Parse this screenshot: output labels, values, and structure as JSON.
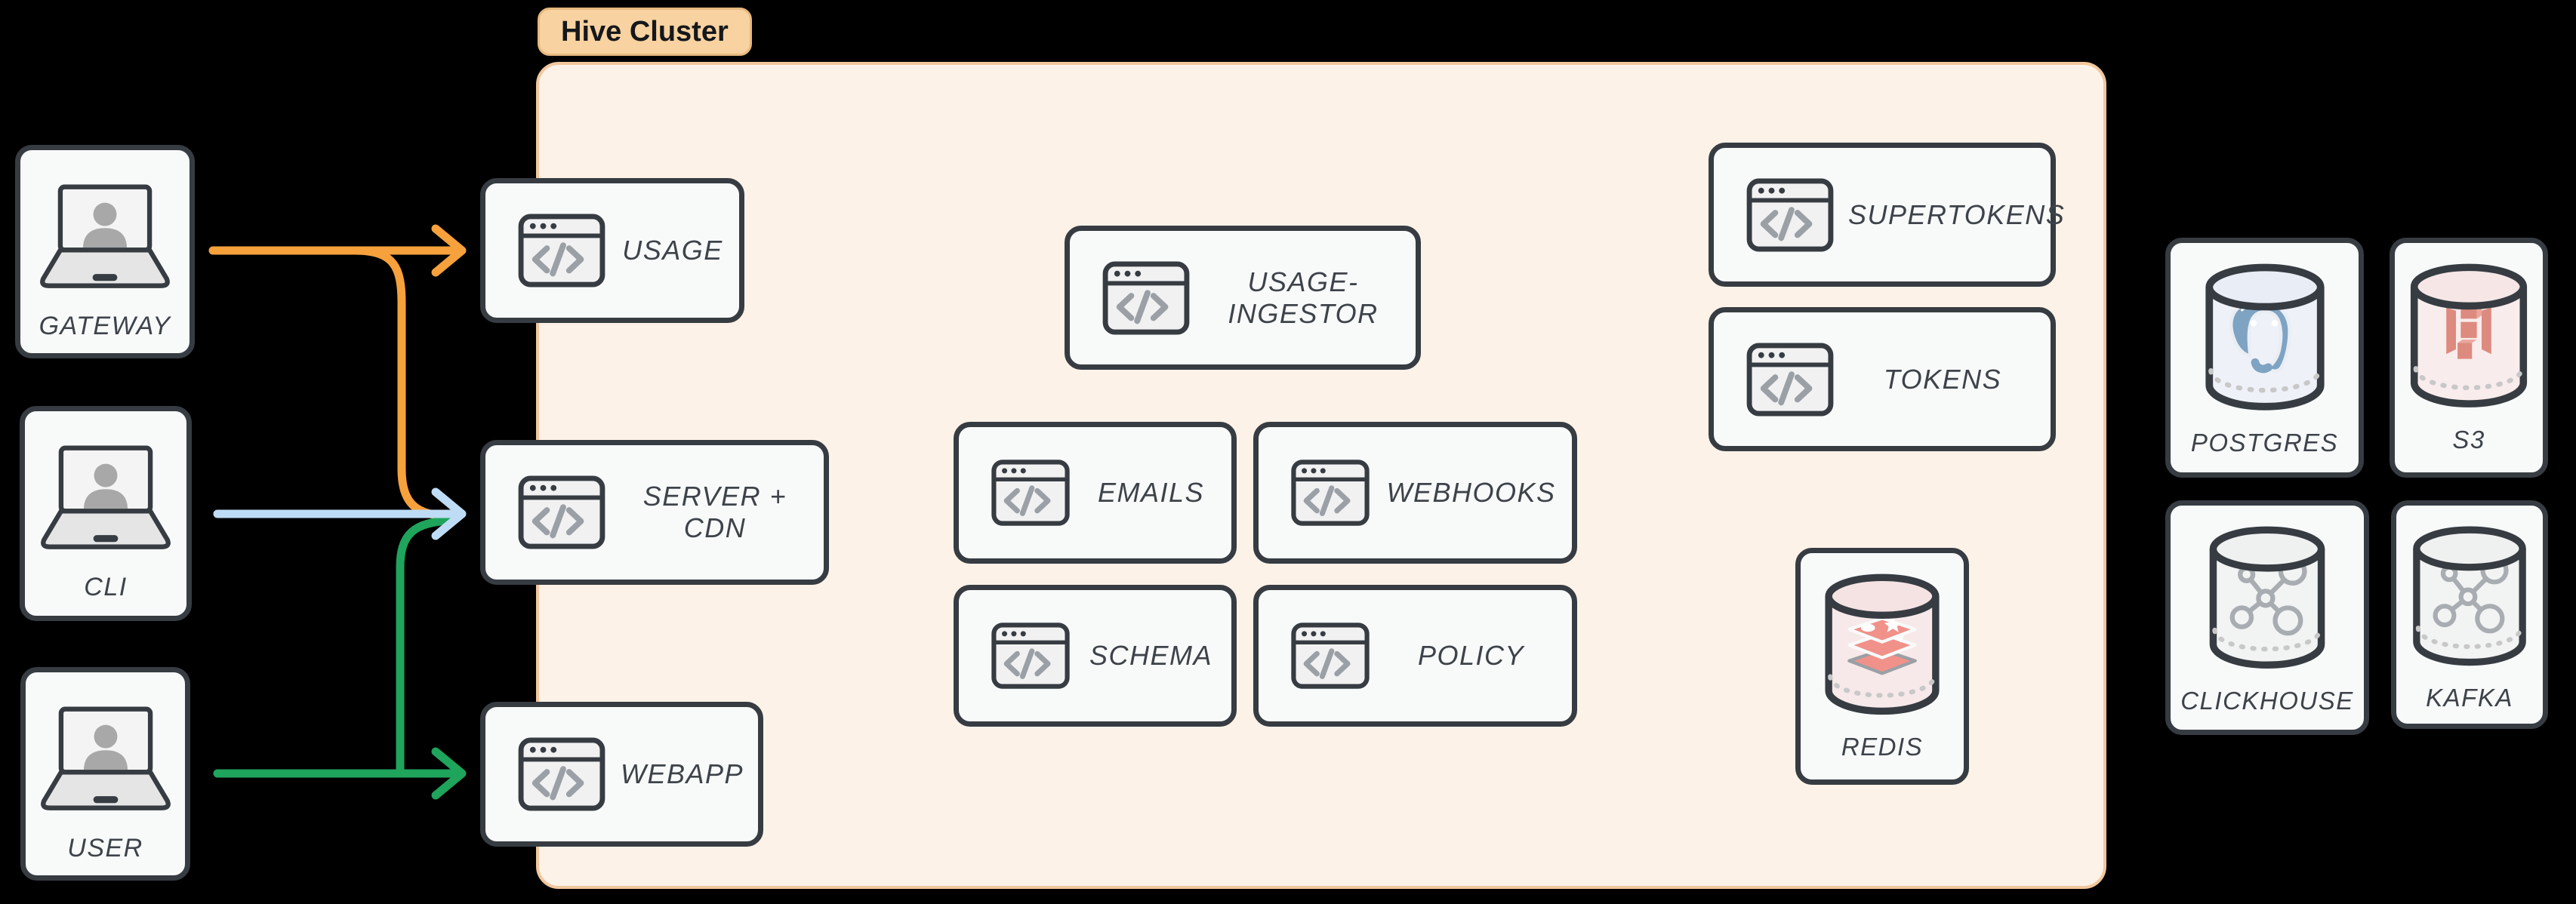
{
  "diagram": {
    "title": "Hive Cluster",
    "background_color": "#000000",
    "cluster": {
      "label": "Hive Cluster",
      "fill": "#fdf2e8",
      "border_color": "#f2c79d",
      "tag_fill": "#f8d2a0",
      "tag_border": "#e7b87e"
    }
  },
  "clients": [
    {
      "id": "gateway",
      "label": "GATEWAY",
      "icon": "laptop-user-icon"
    },
    {
      "id": "cli",
      "label": "CLI",
      "icon": "laptop-user-icon"
    },
    {
      "id": "user",
      "label": "USER",
      "icon": "laptop-user-icon"
    }
  ],
  "services": [
    {
      "id": "usage",
      "label": "USAGE",
      "icon": "code-window-icon"
    },
    {
      "id": "server-cdn",
      "label": "SERVER + CDN",
      "icon": "code-window-icon"
    },
    {
      "id": "webapp",
      "label": "WEBAPP",
      "icon": "code-window-icon"
    },
    {
      "id": "usage-ingestor",
      "label": "USAGE-INGESTOR",
      "icon": "code-window-icon"
    },
    {
      "id": "emails",
      "label": "EMAILS",
      "icon": "code-window-icon"
    },
    {
      "id": "webhooks",
      "label": "WEBHOOKS",
      "icon": "code-window-icon"
    },
    {
      "id": "schema",
      "label": "SCHEMA",
      "icon": "code-window-icon"
    },
    {
      "id": "policy",
      "label": "POLICY",
      "icon": "code-window-icon"
    },
    {
      "id": "supertokens",
      "label": "SUPERTOKENS",
      "icon": "code-window-icon"
    },
    {
      "id": "tokens",
      "label": "TOKENS",
      "icon": "code-window-icon"
    }
  ],
  "datastores": [
    {
      "id": "redis",
      "label": "REDIS",
      "icon": "redis-cylinder-icon",
      "inside_cluster": true,
      "accent": "#f0918a"
    },
    {
      "id": "postgres",
      "label": "POSTGRES",
      "icon": "postgres-cylinder-icon",
      "inside_cluster": false,
      "accent": "#7fa3c3"
    },
    {
      "id": "s3",
      "label": "S3",
      "icon": "s3-cylinder-icon",
      "inside_cluster": false,
      "accent": "#dd8a7f"
    },
    {
      "id": "clickhouse",
      "label": "CLICKHOUSE",
      "icon": "molecule-cylinder-icon",
      "inside_cluster": false,
      "accent": "#a8adb2"
    },
    {
      "id": "kafka",
      "label": "KAFKA",
      "icon": "molecule-cylinder-icon",
      "inside_cluster": false,
      "accent": "#a8adb2"
    }
  ],
  "connections": [
    {
      "from": "GATEWAY",
      "to": "USAGE",
      "color": "#f6a13b"
    },
    {
      "from": "GATEWAY",
      "to": "SERVER + CDN",
      "color": "#f6a13b"
    },
    {
      "from": "CLI",
      "to": "SERVER + CDN",
      "color": "#bedcf5"
    },
    {
      "from": "USER",
      "to": "SERVER + CDN",
      "color": "#1fa45c"
    },
    {
      "from": "USER",
      "to": "WEBAPP",
      "color": "#1fa45c"
    }
  ]
}
